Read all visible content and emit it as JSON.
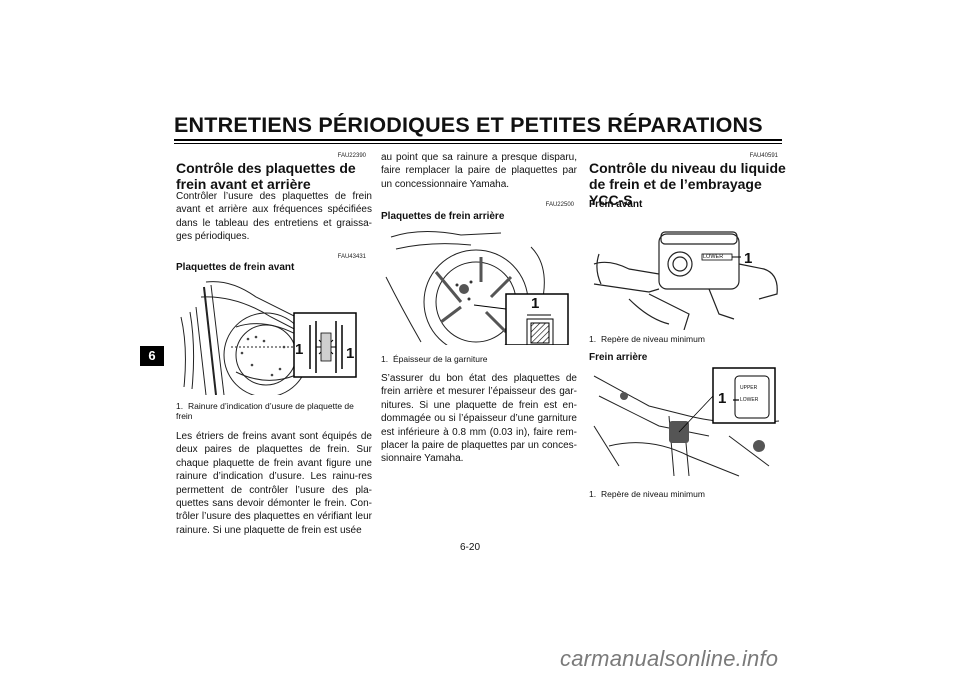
{
  "header": {
    "title": "ENTRETIENS PÉRIODIQUES ET PETITES RÉPARATIONS",
    "chapter_tab": "6"
  },
  "col1": {
    "code1": "FAU22390",
    "section_title": "Contrôle des plaquettes de frein avant et arrière",
    "intro": "Contrôler l’usure des plaquettes de frein avant et arrière aux fréquences spécifiées dans le tableau des entretiens et graissa-ges périodiques.",
    "code2": "FAU43431",
    "subsection_title": "Plaquettes de frein avant",
    "figure_callout": "1",
    "caption_num": "1.",
    "caption_text": "Rainure d’indication d’usure de plaquette de frein",
    "body": "Les étriers de freins avant sont équipés de deux paires de plaquettes de frein. Sur chaque plaquette de frein avant figure une rainure d’indication d’usure. Les rainu-res permettent de contrôler l’usure des pla-quettes sans devoir démonter le frein. Con-trôler l’usure des plaquettes en vérifiant leur rainure. Si une plaquette de frein est usée"
  },
  "col2": {
    "continuation": "au point que sa rainure a presque disparu, faire remplacer la paire de plaquettes par un concessionnaire Yamaha.",
    "code": "FAU22500",
    "subsection_title": "Plaquettes de frein arrière",
    "figure_callout": "1",
    "caption_num": "1.",
    "caption_text": "Épaisseur de la garniture",
    "body": "S’assurer du bon état des plaquettes de frein arrière et mesurer l’épaisseur des gar-nitures. Si une plaquette de frein est en-dommagée ou si l’épaisseur d’une garniture est inférieure à 0.8 mm (0.03 in), faire rem-placer la paire de plaquettes par un conces-sionnaire Yamaha."
  },
  "col3": {
    "code": "FAU40591",
    "section_title": "Contrôle du niveau du liquide de frein et de l’embrayage YCC-S",
    "front_title": "Frein avant",
    "front_lower_label": "LOWER",
    "front_callout": "1",
    "front_caption_num": "1.",
    "front_caption": "Repère de niveau minimum",
    "rear_title": "Frein arrière",
    "rear_upper_label": "UPPER",
    "rear_lower_label": "LOWER",
    "rear_callout": "1",
    "rear_caption_num": "1.",
    "rear_caption": "Repère de niveau minimum"
  },
  "footer": {
    "page_number": "6-20",
    "watermark": "carmanualsonline.info"
  }
}
